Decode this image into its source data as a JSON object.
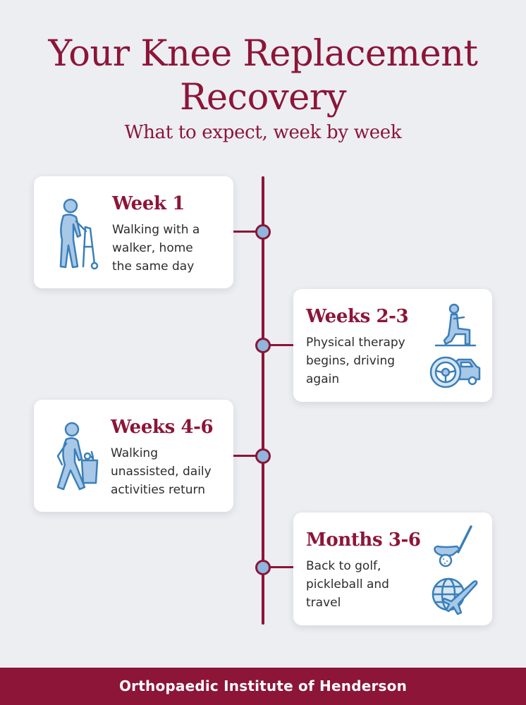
{
  "header": {
    "title": "Your Knee Replacement Recovery",
    "subtitle": "What to expect, week by week"
  },
  "stages": [
    {
      "title": "Week 1",
      "description": "Walking with a\nwalker, home\nthe same day",
      "icons": [
        "walker-icon"
      ]
    },
    {
      "title": "Weeks 2-3",
      "description": "Physical therapy\nbegins, driving\nagain",
      "icons": [
        "lunge-exercise-icon",
        "steering-wheel-car-icon"
      ]
    },
    {
      "title": "Weeks 4-6",
      "description": "Walking\nunassisted, daily\nactivities return",
      "icons": [
        "walking-shopping-bag-icon"
      ]
    },
    {
      "title": "Months 3-6",
      "description": "Back to golf,\npickleball and\ntravel",
      "icons": [
        "golf-club-icon",
        "globe-airplane-icon"
      ]
    }
  ],
  "footer": {
    "text": "Orthopaedic Institute of Henderson"
  },
  "colors": {
    "brand": "#8c1538",
    "icon_fill": "#a8c8e8",
    "icon_stroke": "#3b7fb8",
    "background": "#eceef2"
  }
}
